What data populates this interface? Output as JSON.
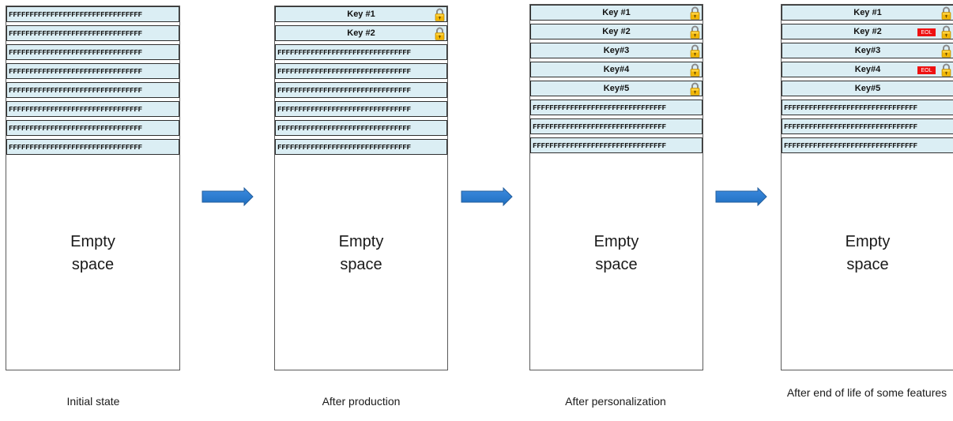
{
  "states": [
    {
      "caption": "Initial state",
      "keys": [],
      "fill_rows": [
        "FFFFFFFFFFFFFFFFFFFFFFFFFFFFFFFF",
        "FFFFFFFFFFFFFFFFFFFFFFFFFFFFFFFF",
        "FFFFFFFFFFFFFFFFFFFFFFFFFFFFFFFF",
        "FFFFFFFFFFFFFFFFFFFFFFFFFFFFFFFF",
        "FFFFFFFFFFFFFFFFFFFFFFFFFFFFFFFF",
        "FFFFFFFFFFFFFFFFFFFFFFFFFFFFFFFF",
        "FFFFFFFFFFFFFFFFFFFFFFFFFFFFFFFF",
        "FFFFFFFFFFFFFFFFFFFFFFFFFFFFFFFF"
      ],
      "empty_line1": "Empty",
      "empty_line2": "space"
    },
    {
      "caption": "After production",
      "keys": [
        {
          "label": "Key #1",
          "locked": true,
          "eol": ""
        },
        {
          "label": "Key #2",
          "locked": true,
          "eol": ""
        }
      ],
      "fill_rows": [
        "FFFFFFFFFFFFFFFFFFFFFFFFFFFFFFFF",
        "FFFFFFFFFFFFFFFFFFFFFFFFFFFFFFFF",
        "FFFFFFFFFFFFFFFFFFFFFFFFFFFFFFFF",
        "FFFFFFFFFFFFFFFFFFFFFFFFFFFFFFFF",
        "FFFFFFFFFFFFFFFFFFFFFFFFFFFFFFFF",
        "FFFFFFFFFFFFFFFFFFFFFFFFFFFFFFFF"
      ],
      "empty_line1": "Empty",
      "empty_line2": "space"
    },
    {
      "caption": "After personalization",
      "keys": [
        {
          "label": "Key #1",
          "locked": true,
          "eol": ""
        },
        {
          "label": "Key #2",
          "locked": true,
          "eol": ""
        },
        {
          "label": "Key#3",
          "locked": true,
          "eol": ""
        },
        {
          "label": "Key#4",
          "locked": true,
          "eol": ""
        },
        {
          "label": "Key#5",
          "locked": true,
          "eol": ""
        }
      ],
      "fill_rows": [
        "FFFFFFFFFFFFFFFFFFFFFFFFFFFFFFFF",
        "FFFFFFFFFFFFFFFFFFFFFFFFFFFFFFFF",
        "FFFFFFFFFFFFFFFFFFFFFFFFFFFFFFFF"
      ],
      "empty_line1": "Empty",
      "empty_line2": "space"
    },
    {
      "caption": "After end of life of some features",
      "keys": [
        {
          "label": "Key #1",
          "locked": true,
          "eol": ""
        },
        {
          "label": "Key #2",
          "locked": true,
          "eol": "EOL"
        },
        {
          "label": "Key#3",
          "locked": true,
          "eol": ""
        },
        {
          "label": "Key#4",
          "locked": true,
          "eol": "EOL"
        },
        {
          "label": "Key#5",
          "locked": false,
          "eol": ""
        }
      ],
      "fill_rows": [
        "FFFFFFFFFFFFFFFFFFFFFFFFFFFFFFFF",
        "FFFFFFFFFFFFFFFFFFFFFFFFFFFFFFFF",
        "FFFFFFFFFFFFFFFFFFFFFFFFFFFFFFFF"
      ],
      "empty_line1": "Empty",
      "empty_line2": "space"
    }
  ],
  "colors": {
    "slot_fill": "#dbeef4",
    "arrow": "#1f6fc0",
    "lock_body": "#f2b705",
    "eol_badge": "#ee1111"
  },
  "icons": {
    "lock": "padlock-icon",
    "arrow": "right-arrow-icon"
  }
}
